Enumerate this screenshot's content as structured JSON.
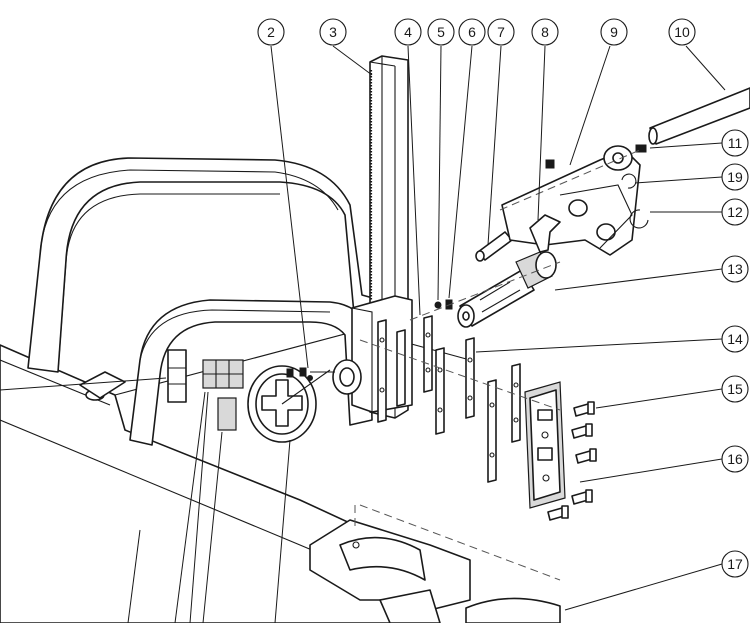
{
  "callouts": [
    {
      "label": "2"
    },
    {
      "label": "3"
    },
    {
      "label": "4"
    },
    {
      "label": "5"
    },
    {
      "label": "6"
    },
    {
      "label": "7"
    },
    {
      "label": "8"
    },
    {
      "label": "9"
    },
    {
      "label": "10"
    },
    {
      "label": "11"
    },
    {
      "label": "19"
    },
    {
      "label": "12"
    },
    {
      "label": "13"
    },
    {
      "label": "14"
    },
    {
      "label": "15"
    },
    {
      "label": "16"
    },
    {
      "label": "17"
    }
  ],
  "colors": {
    "line": "#1a1a1a",
    "background": "#ffffff",
    "shade": "#d9d9d9"
  }
}
